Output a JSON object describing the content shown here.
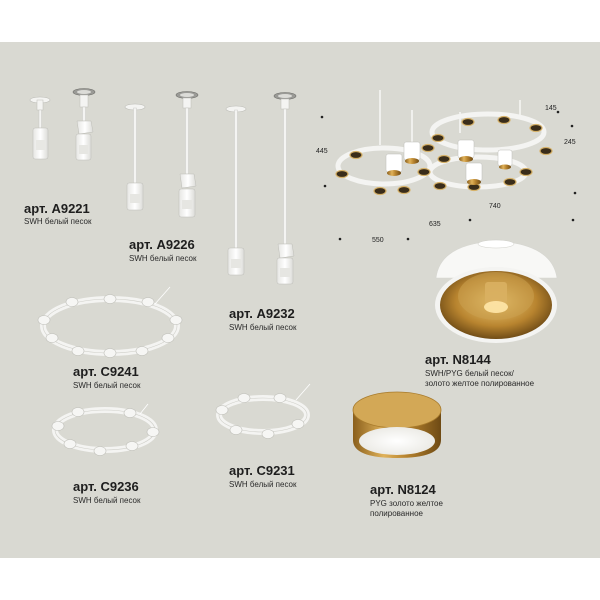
{
  "products": {
    "a9221": {
      "art": "арт. A9221",
      "desc": "SWH белый песок"
    },
    "a9226": {
      "art": "арт. A9226",
      "desc": "SWH белый песок"
    },
    "a9232": {
      "art": "арт. A9232",
      "desc": "SWH белый песок"
    },
    "c9241": {
      "art": "арт. C9241",
      "desc": "SWH белый песок"
    },
    "c9236": {
      "art": "арт. C9236",
      "desc": "SWH белый песок"
    },
    "c9231": {
      "art": "арт. C9231",
      "desc": "SWH белый песок"
    },
    "n8144": {
      "art": "арт. N8144",
      "desc_line1": "SWH/PYG белый песок/",
      "desc_line2": "золото желтое полированное"
    },
    "n8124": {
      "art": "арт. N8124",
      "desc_line1": "PYG золото желтое",
      "desc_line2": "полированное"
    }
  },
  "dimensions": {
    "d145": "145",
    "d245": "245",
    "d445": "445",
    "d740": "740",
    "d635": "635",
    "d550": "550"
  },
  "colors": {
    "background": "#d9d9d2",
    "fixture_white": "#f4f4f2",
    "gold": "#c8963c",
    "gold_dark": "#8a5f1c"
  }
}
